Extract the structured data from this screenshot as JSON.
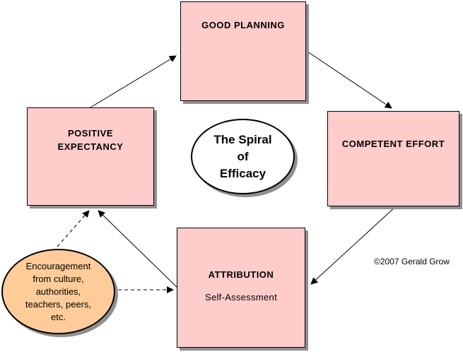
{
  "diagram": {
    "title": "The Spiral of Efficacy",
    "center": {
      "lines": [
        "The Spiral",
        "of",
        "Efficacy"
      ]
    },
    "nodes": {
      "good_planning": {
        "label": "GOOD PLANNING"
      },
      "competent_effort": {
        "label": "COMPETENT EFFORT"
      },
      "attribution": {
        "label": "ATTRIBUTION",
        "sublabel": "Self-Assessment"
      },
      "positive_expectancy": {
        "label": "POSITIVE EXPECTANCY"
      }
    },
    "influence": {
      "lines": [
        "Encouragement",
        "from culture,",
        "authorities,",
        "teachers, peers,",
        "etc."
      ]
    },
    "edges": [
      {
        "from": "positive_expectancy",
        "to": "good_planning",
        "style": "solid"
      },
      {
        "from": "good_planning",
        "to": "competent_effort",
        "style": "solid"
      },
      {
        "from": "competent_effort",
        "to": "attribution",
        "style": "solid"
      },
      {
        "from": "attribution",
        "to": "positive_expectancy",
        "style": "solid"
      },
      {
        "from": "encouragement",
        "to": "positive_expectancy",
        "style": "dashed"
      },
      {
        "from": "encouragement",
        "to": "attribution",
        "style": "dashed"
      }
    ],
    "copyright": "©2007 Gerald Grow",
    "colors": {
      "node_fill": "#FFCCCC",
      "influence_fill": "#FFCC99",
      "center_fill": "#FFFFFF",
      "shadow": "#909090",
      "border": "#000000",
      "arrow": "#000000"
    }
  }
}
